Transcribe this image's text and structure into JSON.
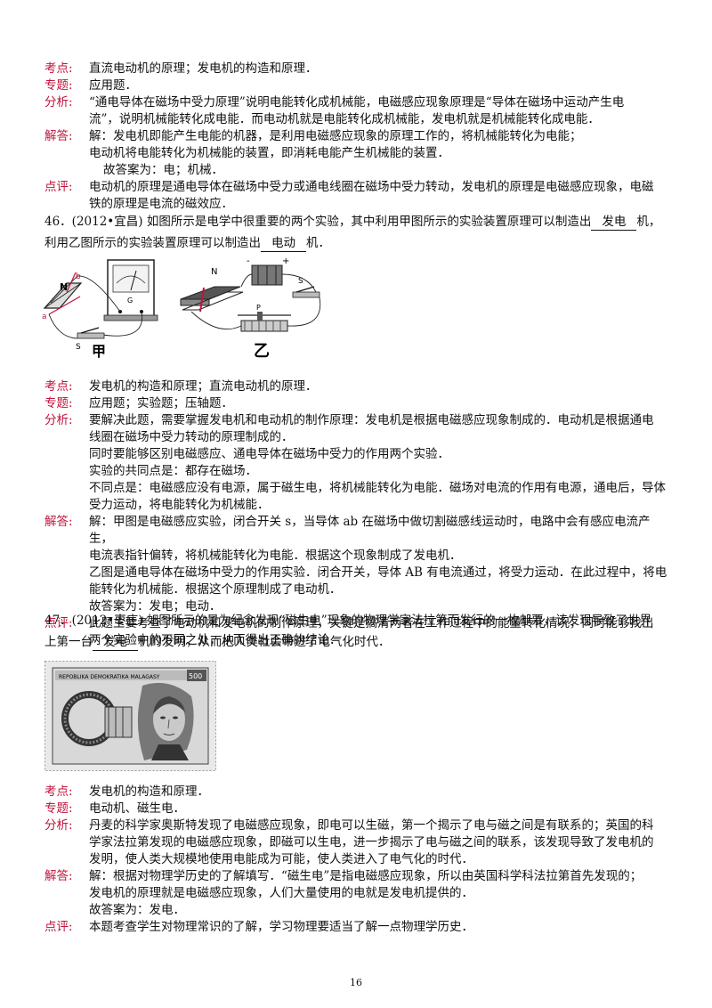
{
  "labels": {
    "kaodian": "考点:",
    "zhuanti": "专题:",
    "fenxi": "分析:",
    "jieda": "解答:",
    "dianping": "点评:"
  },
  "s45": {
    "kaodian": "直流电动机的原理；发电机的构造和原理．",
    "zhuanti": "应用题．",
    "fenxi": [
      "“通电导体在磁场中受力原理”说明电能转化成机械能，电磁感应现象原理是“导体在磁场中运动产生电",
      "流”，说明机械能转化成电能．而电动机就是电能转化成机械能，发电机就是机械能转化成电能．"
    ],
    "jieda": [
      "解：发电机即能产生电能的机器，是利用电磁感应现象的原理工作的，将机械能转化为电能；",
      "电动机将电能转化为机械能的装置，即消耗电能产生机械能的装置．",
      "故答案为：电；机械．"
    ],
    "dianping": [
      "电动机的原理是通电导体在磁场中受力或通电线圈在磁场中受力转动，发电机的原理是电磁感应现象，电磁",
      "铁的原理是电流的磁效应．"
    ]
  },
  "q46": {
    "line1_pre": "46．(2012•宜昌) 如图所示是电学中很重要的两个实验，其中利用甲图所示的实验装置原理可以制造出",
    "ans1": "发电",
    "line1_post": "机，",
    "line2_pre": "利用乙图所示的实验装置原理可以制造出",
    "ans2": "电动",
    "line2_post": "机．",
    "fig_labels": {
      "jia": "甲",
      "yi": "乙",
      "n": "N",
      "s": "S",
      "a": "a",
      "b": "b",
      "g": "G",
      "p": "P",
      "plus": "+",
      "minus": "-"
    },
    "kaodian": "发电机的构造和原理；直流电动机的原理．",
    "zhuanti": "应用题；实验题；压轴题．",
    "fenxi": [
      "要解决此题，需要掌握发电机和电动机的制作原理：发电机是根据电磁感应现象制成的．电动机是根据通电",
      "线圈在磁场中受力转动的原理制成的．",
      "同时要能够区别电磁感应、通电导体在磁场中受力的作用两个实验．",
      "实验的共同点是：都存在磁场．",
      "不同点是：电磁感应没有电源，属于磁生电，将机械能转化为电能．磁场对电流的作用有电源，通电后，导体",
      "受力运动，将电能转化为机械能．"
    ],
    "jieda": [
      "解：甲图是电磁感应实验，闭合开关 s，当导体 ab 在磁场中做切割磁感线运动时，电路中会有感应电流产生，",
      "电流表指针偏转，将机械能转化为电能．根据这个现象制成了发电机．",
      "乙图是通电导体在磁场中受力的作用实验．闭合开关，导体 AB 有电流通过，将受力运动．在此过程中，将电",
      "能转化为机械能．根据这个原理制成了电动机．",
      "故答案为：发电；电动．"
    ],
    "dianping": [
      "此题主要考查了电动机和发电机的制作原理，关键是搞清两者在工作过程中的能量转化情况，同时能够找出",
      "两个实验中的不同之处，从而得出正确的结论．"
    ]
  },
  "q47": {
    "line1": "47．(2012•枣庄) 如图所示的是为纪念发现“磁生电”现象的物理学家法拉第而发行的一枚邮票，该发现导致了世界",
    "line2_pre": "上第一台",
    "ans": "发电",
    "line2_post": "机的发明，从而把人类社会带进了电气化时代．",
    "stamp_text": "REPOBLIKA DEMOKRATIKA MALAGASY",
    "stamp_value": "500",
    "kaodian": "发电机的构造和原理．",
    "zhuanti": "电动机、磁生电．",
    "fenxi": [
      "丹麦的科学家奥斯特发现了电磁感应现象，即电可以生磁，第一个揭示了电与磁之间是有联系的；英国的科",
      "学家法拉第发现的电磁感应现象，即磁可以生电，进一步揭示了电与磁之间的联系，该发现导致了发电机的",
      "发明，使人类大规模地使用电能成为可能，使人类进入了电气化的时代．"
    ],
    "jieda": [
      "解：根据对物理学历史的了解填写．“磁生电”是指电磁感应现象，所以由英国科学科法拉第首先发现的；",
      "发电机的原理就是电磁感应现象，人们大量使用的电就是发电机提供的．",
      "故答案为：发电．"
    ],
    "dianping": [
      "本题考查学生对物理常识的了解，学习物理要适当了解一点物理学历史．"
    ]
  },
  "page_number": "16"
}
